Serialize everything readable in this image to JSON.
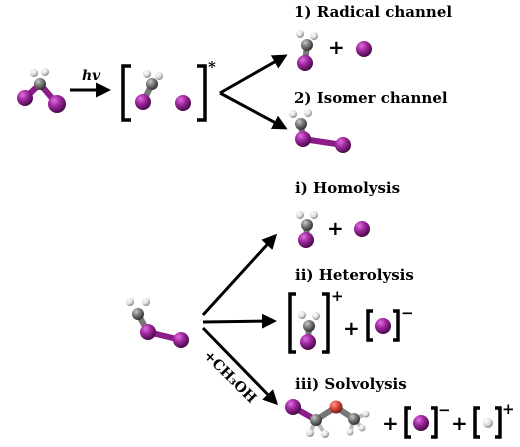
{
  "excitation": {
    "label": "hv",
    "excited_mark": "*"
  },
  "channels": {
    "radical": "1) Radical channel",
    "isomer": "2) Isomer channel"
  },
  "pathways": {
    "homolysis": "i) Homolysis",
    "heterolysis": "ii) Heterolysis",
    "solvolysis": "iii) Solvolysis",
    "solvent": "+CH₃OH"
  },
  "symbols": {
    "plus": "+",
    "cation": "+",
    "anion": "−"
  },
  "atom_colors": {
    "iodine": "#7a1a7a",
    "carbon": "#6e6e6e",
    "hydrogen": "#e8e8e8",
    "oxygen": "#d9473d"
  }
}
